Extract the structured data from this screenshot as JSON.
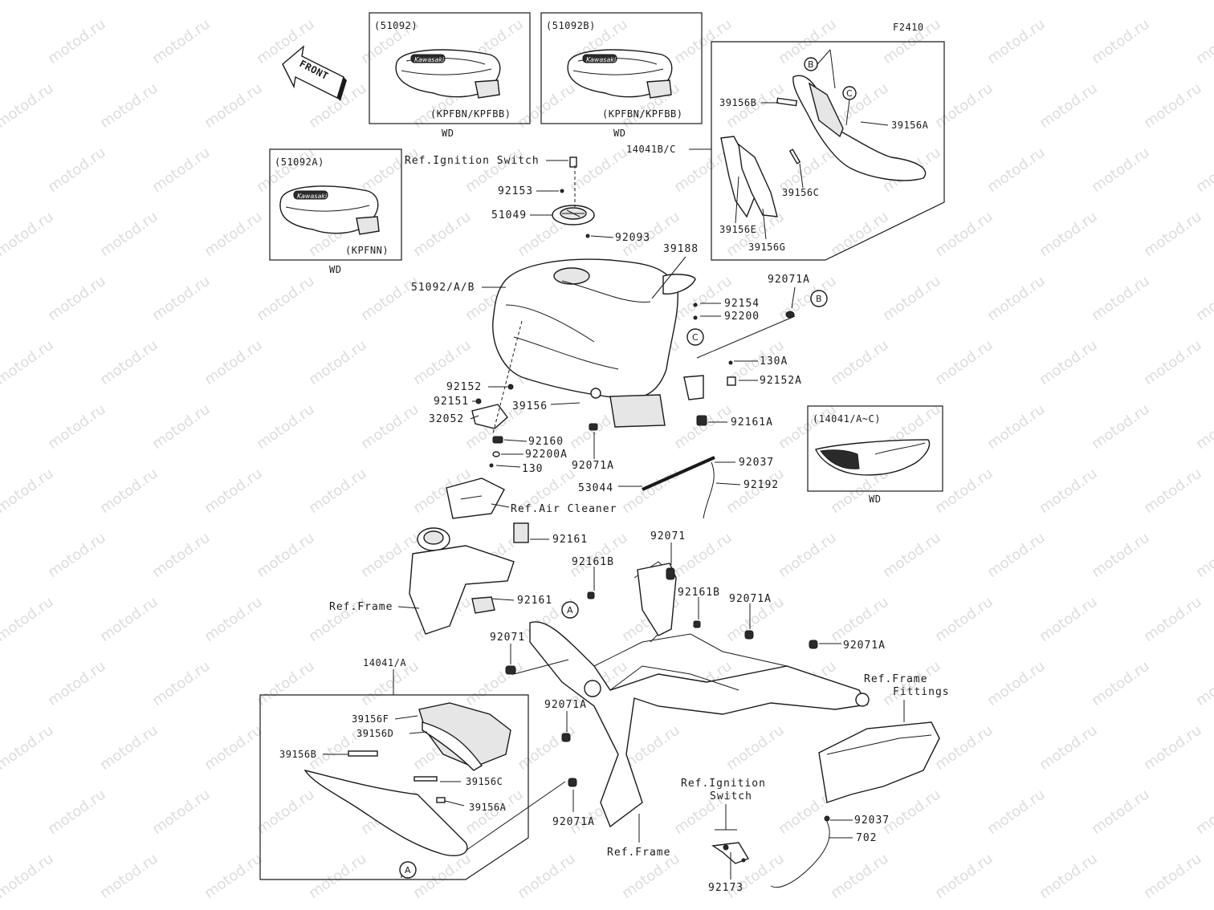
{
  "watermark": "motod.ru",
  "figure_code": "F2410",
  "front_label": "FRONT",
  "insets": {
    "tank_51092": {
      "code": "(51092)",
      "variant": "(KPFBN/KPFBB)",
      "region": "WD",
      "logo": "Kawasaki"
    },
    "tank_51092B": {
      "code": "(51092B)",
      "variant": "(KPFBN/KPFBB)",
      "region": "WD",
      "logo": "Kawasaki"
    },
    "tank_51092A": {
      "code": "(51092A)",
      "variant": "(KPFNN)",
      "region": "WD",
      "logo": "Kawasaki"
    },
    "cover_14041": {
      "code": "(14041/A~C)",
      "region": "WD"
    },
    "cover_kit": {
      "label": "14041B/C"
    },
    "bottom_kit": {
      "label": "14041/A"
    }
  },
  "callouts": {
    "A": "A",
    "B": "B",
    "C": "C"
  },
  "labels": {
    "ref_ignition_switch": "Ref.Ignition Switch",
    "p92153": "92153",
    "p51049": "51049",
    "p92093": "92093",
    "p39188": "39188",
    "p51092ab": "51092/A/B",
    "p92071a_top": "92071A",
    "p92154": "92154",
    "p92200": "92200",
    "p130a": "130A",
    "p92152a": "92152A",
    "p92152": "92152",
    "p92151": "92151",
    "p32052": "32052",
    "p39156": "39156",
    "p92161a": "92161A",
    "p92160": "92160",
    "p92200a": "92200A",
    "p130": "130",
    "p92071a_mid": "92071A",
    "p92037_top": "92037",
    "p53044": "53044",
    "p92192": "92192",
    "ref_air_cleaner": "Ref.Air Cleaner",
    "p92161_top": "92161",
    "p92071_top": "92071",
    "p92161b_left": "92161B",
    "p92161b_right": "92161B",
    "p92071a_r1": "92071A",
    "p92161_mid": "92161",
    "ref_frame_left": "Ref.Frame",
    "p92071_left": "92071",
    "p92071a_r2": "92071A",
    "ref_frame_fittings_1": "Ref.Frame",
    "ref_frame_fittings_2": "Fittings",
    "p92071a_b1": "92071A",
    "p92071a_b2": "92071A",
    "ref_ign_switch_b1": "Ref.Ignition",
    "ref_ign_switch_b2": "Switch",
    "ref_frame_bottom": "Ref.Frame",
    "p92037_bottom": "92037",
    "p702": "702",
    "p92173": "92173",
    "p39156b": "39156B",
    "p39156a": "39156A",
    "p39156c": "39156C",
    "p39156e": "39156E",
    "p39156g": "39156G",
    "p39156f": "39156F",
    "p39156d": "39156D",
    "p39156b_b": "39156B",
    "p39156c_b": "39156C",
    "p39156a_b": "39156A"
  }
}
